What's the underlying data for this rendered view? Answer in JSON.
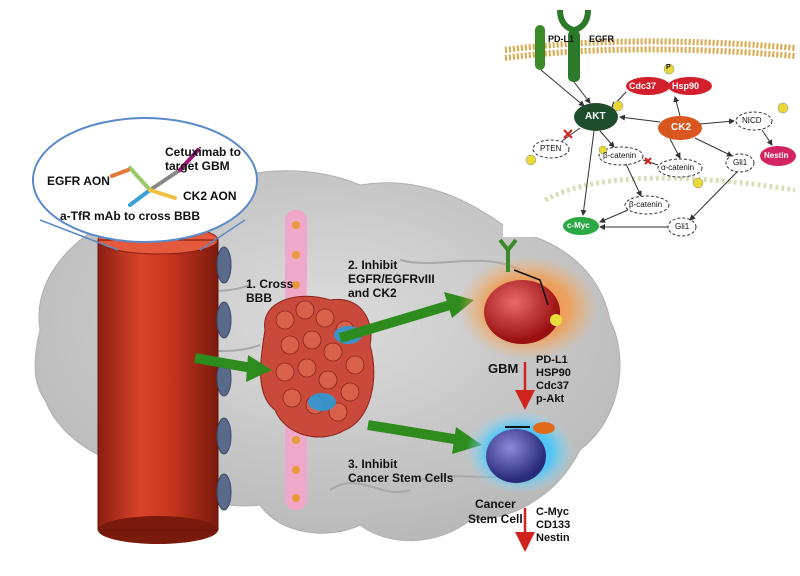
{
  "inset": {
    "egfr_aon": "EGFR AON",
    "cetuximab": [
      "Cetuximab to",
      "target GBM"
    ],
    "ck2_aon": "CK2 AON",
    "tfr": "a-TfR mAb to cross BBB"
  },
  "steps": {
    "step1": [
      "1. Cross",
      "BBB"
    ],
    "step2": [
      "2. Inhibit",
      "EGFR/EGFRvIII",
      "and CK2"
    ],
    "step3": [
      "3. Inhibit",
      "Cancer Stem Cells"
    ]
  },
  "gbm": {
    "label": "GBM",
    "markers": [
      "PD-L1",
      "HSP90",
      "Cdc37",
      "p-Akt"
    ]
  },
  "csc": {
    "label": [
      "Cancer",
      "Stem Cell"
    ],
    "markers": [
      "C-Myc",
      "CD133",
      "Nestin"
    ]
  },
  "pathway": {
    "pdl1": "PD-L1",
    "egfr": "EGFR",
    "cdc37": "Cdc37",
    "hsp90": "Hsp90",
    "akt": "AKT",
    "ck2": "CK2",
    "nicd": "NICD",
    "pten": "PTEN",
    "beta_catenin_1": "β-catenin",
    "alpha_catenin": "α-catenin",
    "gli1_a": "Gli1",
    "nestin": "Nestin",
    "beta_catenin_2": "β-catenin",
    "cmyc": "c-Myc",
    "gli1_b": "Gli1",
    "p": "P"
  },
  "colors": {
    "vessel": "#c8321e",
    "brain": "#c9c9c9",
    "arrow_green": "#2e8b1e",
    "akt": "#1f4d2c",
    "ck2": "#d9571e",
    "cdc37": "#d31f2c",
    "nestin": "#d42361",
    "cmyc": "#2aa844",
    "membrane": "#d9a84a"
  }
}
